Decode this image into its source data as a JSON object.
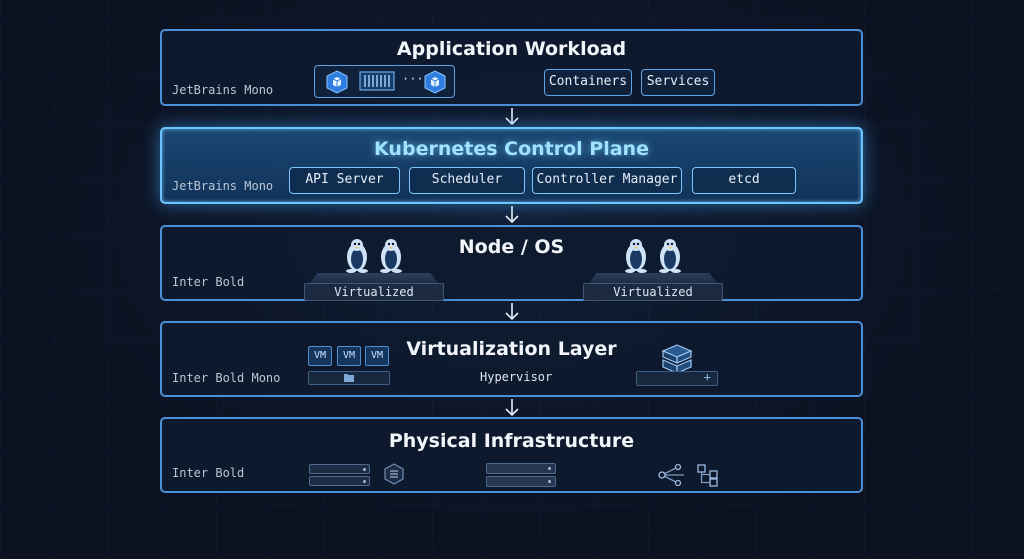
{
  "layers": {
    "app": {
      "title": "Application Workload",
      "font_label": "JetBrains Mono",
      "components": [
        "Containers",
        "Services"
      ],
      "ellipsis": "···"
    },
    "k8s": {
      "title": "Kubernetes Control Plane",
      "font_label": "JetBrains Mono",
      "components": [
        "API Server",
        "Scheduler",
        "Controller Manager",
        "etcd"
      ]
    },
    "node": {
      "title": "Node / OS",
      "font_label": "Inter Bold",
      "platforms": [
        "Virtualized",
        "Virtualized"
      ]
    },
    "virt": {
      "title": "Virtualization Layer",
      "font_label": "Inter Bold Mono",
      "vms": [
        "VM",
        "VM",
        "VM"
      ],
      "hypervisor": "Hypervisor"
    },
    "phys": {
      "title": "Physical Infrastructure",
      "font_label": "Inter Bold"
    }
  },
  "colors": {
    "border": "#4b8fd8",
    "glow": "#6cc4ff",
    "background": "#0b1120",
    "k8s_blue": "#2f7de0"
  },
  "icons": [
    "kubernetes-icon",
    "container-rack-icon",
    "linux-penguin-icon",
    "server-stack-icon",
    "network-share-icon",
    "network-tree-icon",
    "storage-icon"
  ]
}
